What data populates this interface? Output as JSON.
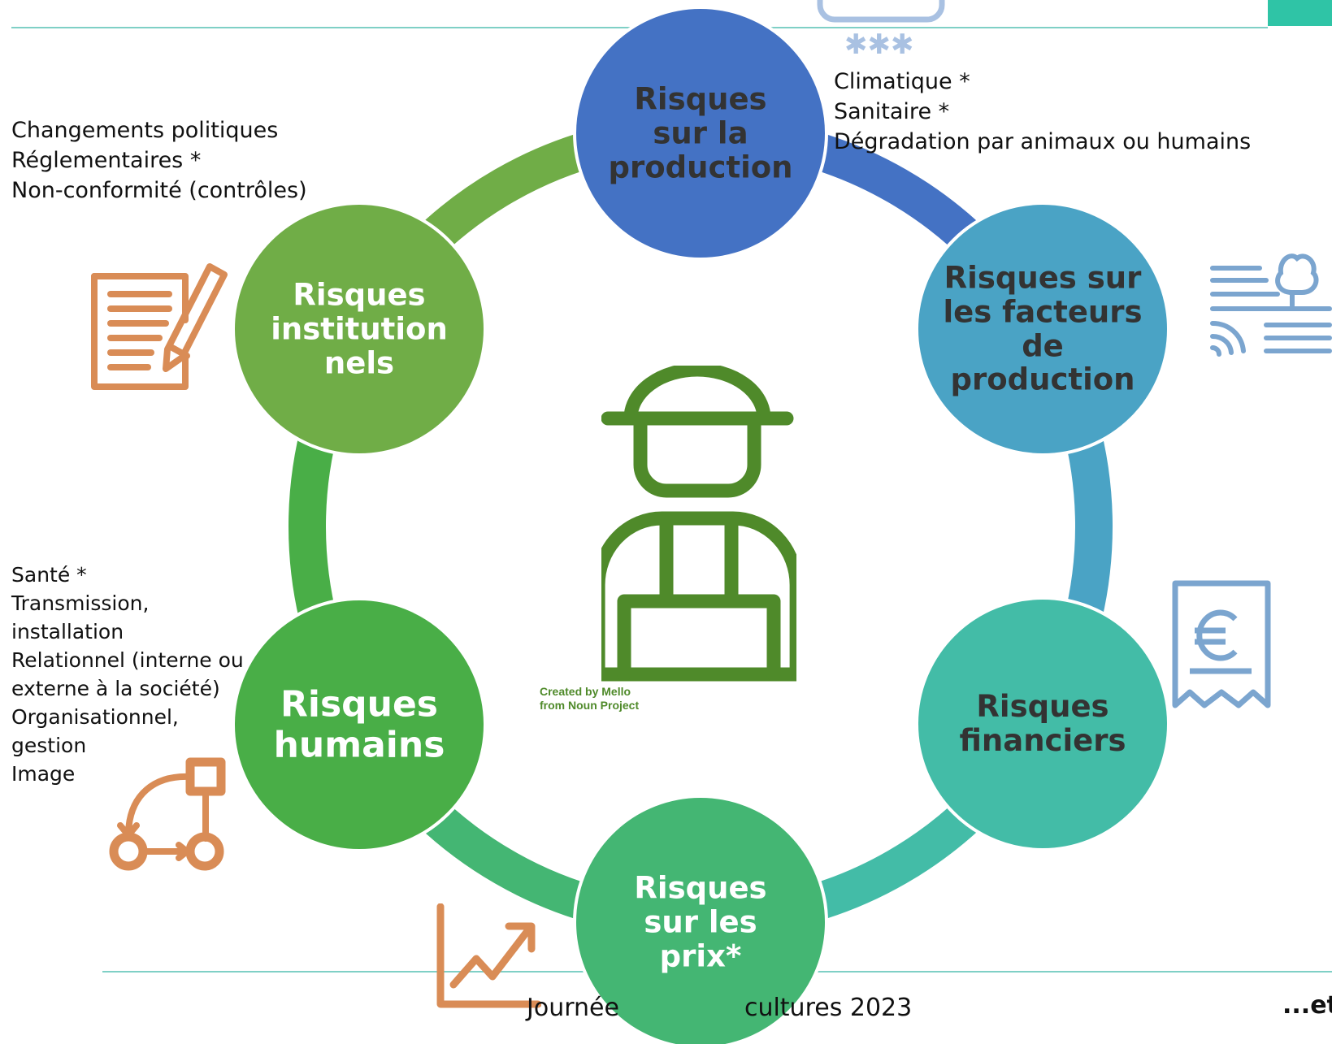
{
  "nodes": [
    {
      "id": "production",
      "lines": [
        "Risques",
        "sur la",
        "production"
      ],
      "color": "#4472c4",
      "text_color": "#333333"
    },
    {
      "id": "facteurs",
      "lines": [
        "Risques sur",
        "les facteurs",
        "de",
        "production"
      ],
      "color": "#4aa3c5",
      "text_color": "#333333"
    },
    {
      "id": "financiers",
      "lines": [
        "Risques",
        "financiers"
      ],
      "color": "#43bca7",
      "text_color": "#333333"
    },
    {
      "id": "prix",
      "lines": [
        "Risques",
        "sur les",
        "prix*"
      ],
      "color": "#44b673",
      "text_color": "#ffffff"
    },
    {
      "id": "humains",
      "lines": [
        "Risques",
        "humains"
      ],
      "color": "#49ae47",
      "text_color": "#ffffff"
    },
    {
      "id": "institutionnels",
      "lines": [
        "Risques",
        "institution",
        "nels"
      ],
      "color": "#70ad47",
      "text_color": "#ffffff"
    }
  ],
  "annotations": {
    "production": [
      "Climatique *",
      "Sanitaire *",
      "Dégradation par animaux ou humains"
    ],
    "institutionnels": [
      "Changements politiques",
      "Réglementaires *",
      "Non-conformité (contrôles)"
    ],
    "humains": [
      "Santé *",
      "Transmission,",
      "installation",
      "Relationnel (interne ou",
      "externe à la société)",
      "Organisationnel,",
      "gestion",
      "Image"
    ]
  },
  "credit": [
    "Created by Mello",
    "from Noun Project"
  ],
  "footer": {
    "left": "Journée",
    "right": "cultures 2023",
    "corner": "...et"
  },
  "icons": [
    "farmer-icon",
    "document-pen-icon",
    "weather-snow-icon",
    "landscape-tree-icon",
    "euro-receipt-icon",
    "trend-chart-icon",
    "process-flow-icon"
  ],
  "colors": {
    "icon_orange": "#d98c56",
    "icon_blue": "#7ba5cf",
    "farmer_green": "#4f8a2a",
    "accent_line": "#7fd0c6"
  }
}
